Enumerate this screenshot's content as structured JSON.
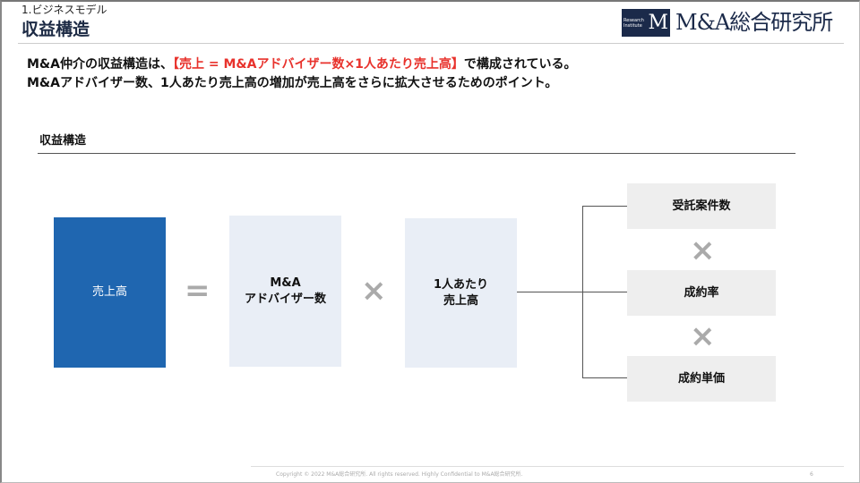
{
  "header": {
    "breadcrumb": "1.ビジネスモデル",
    "title": "収益構造",
    "logo_text": "M&A総合研究所",
    "logo_mark_letter": "M",
    "logo_mark_sub": "Research Institute"
  },
  "lead": {
    "line1_pre": "M&A仲介の収益構造は、",
    "line1_highlight": "【売上 = M&Aアドバイザー数×1人あたり売上高】",
    "line1_post": "で構成されている。",
    "line2": "M&Aアドバイザー数、1人あたり売上高の増加が売上高をさらに拡大させるためのポイント。"
  },
  "section_title": "収益構造",
  "diagram": {
    "revenue": "売上高",
    "equals": "=",
    "times": "×",
    "advisors_line1": "M&A",
    "advisors_line2": "アドバイザー数",
    "per_person_line1": "1人あたり",
    "per_person_line2": "売上高",
    "factors": [
      "受託案件数",
      "成約率",
      "成約単価"
    ]
  },
  "footer": {
    "copyright": "Copyright © 2022 M&A総合研究所. All rights reserved. Highly Confidential to M&A総合研究所.",
    "page": "6"
  },
  "colors": {
    "accent_red": "#e8322c",
    "blue": "#1f66b0",
    "navy": "#1b2a4a"
  }
}
